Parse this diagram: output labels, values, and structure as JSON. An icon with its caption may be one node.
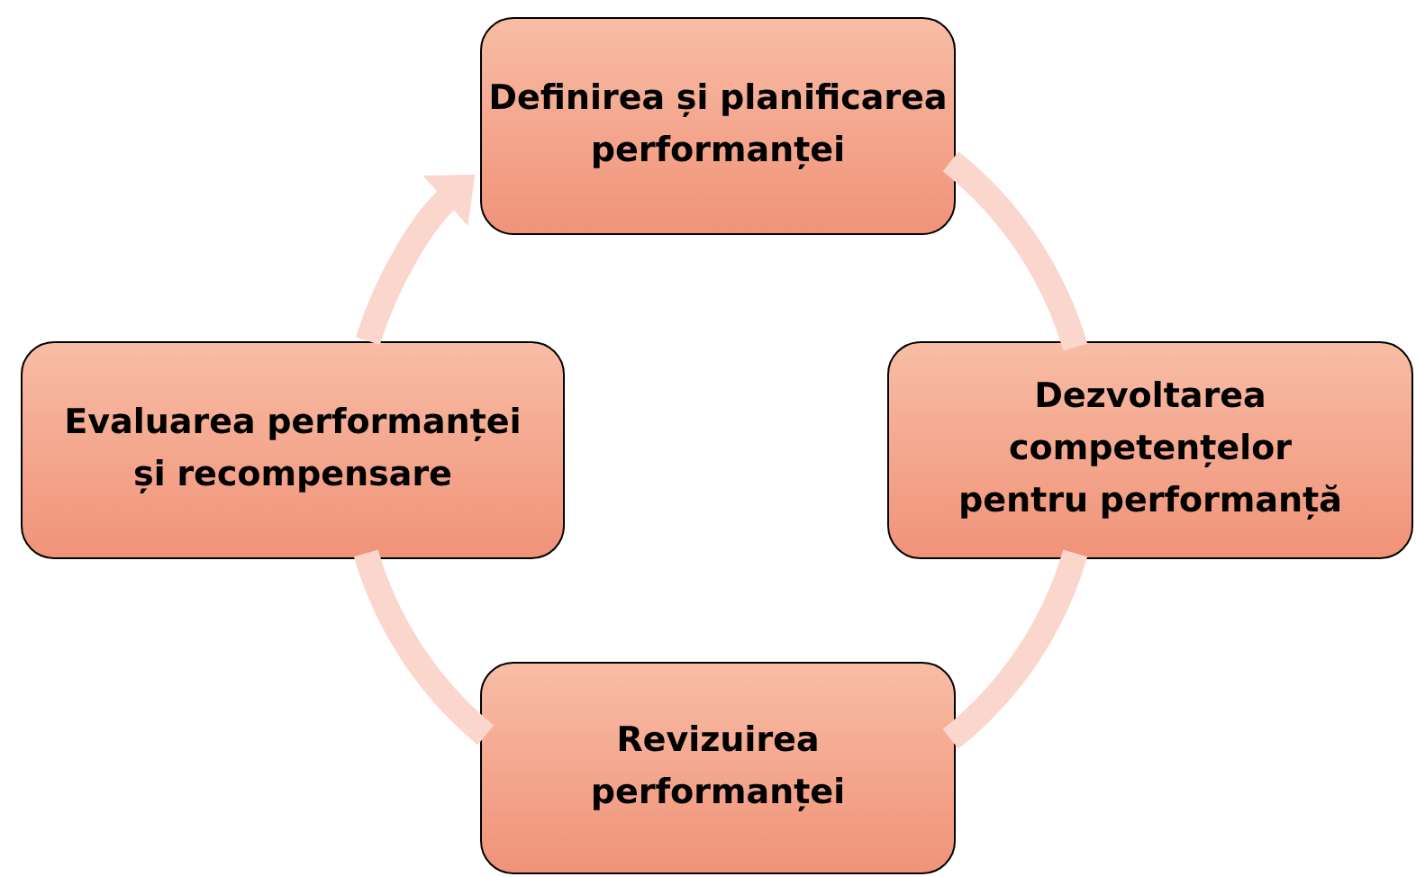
{
  "diagram": {
    "nodes": [
      {
        "text": [
          "Definirea și planificarea performanței"
        ]
      },
      {
        "text": [
          "Dezvoltarea competențelor pentru performanță"
        ]
      },
      {
        "text": [
          "Revizuirea performanței"
        ]
      },
      {
        "text": [
          "Evaluarea performanței și recompensare"
        ]
      }
    ],
    "edges": [
      {
        "from": 0,
        "to": 1,
        "arrow": "none"
      },
      {
        "from": 1,
        "to": 2,
        "arrow": "none"
      },
      {
        "from": 2,
        "to": 3,
        "arrow": "none"
      },
      {
        "from": 3,
        "to": 0,
        "arrow": "to"
      }
    ]
  }
}
